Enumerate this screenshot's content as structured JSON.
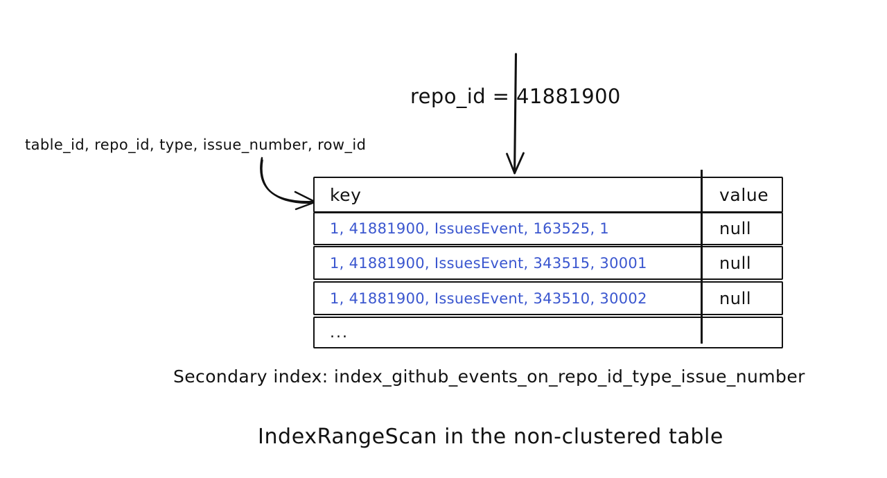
{
  "diagram": {
    "expression": "repo_id = 41881900",
    "columns_label": "table_id, repo_id, type, issue_number, row_id",
    "caption_index": "Secondary index: index_github_events_on_repo_id_type_issue_number",
    "caption_title": "IndexRangeScan in the non-clustered table",
    "colors": {
      "ink": "#111111",
      "key_text": "#3a56cf",
      "background": "#ffffff"
    },
    "table": {
      "headers": {
        "key": "key",
        "value": "value"
      },
      "rows": [
        {
          "key": "1, 41881900, IssuesEvent, 163525, 1",
          "value": "null"
        },
        {
          "key": "1, 41881900, IssuesEvent, 343515, 30001",
          "value": "null"
        },
        {
          "key": "1, 41881900, IssuesEvent, 343510, 30002",
          "value": "null"
        },
        {
          "key": "...",
          "value": ""
        }
      ]
    },
    "icons": {
      "down_arrow": "down-arrow-icon",
      "curved_arrow": "curved-arrow-icon"
    }
  }
}
